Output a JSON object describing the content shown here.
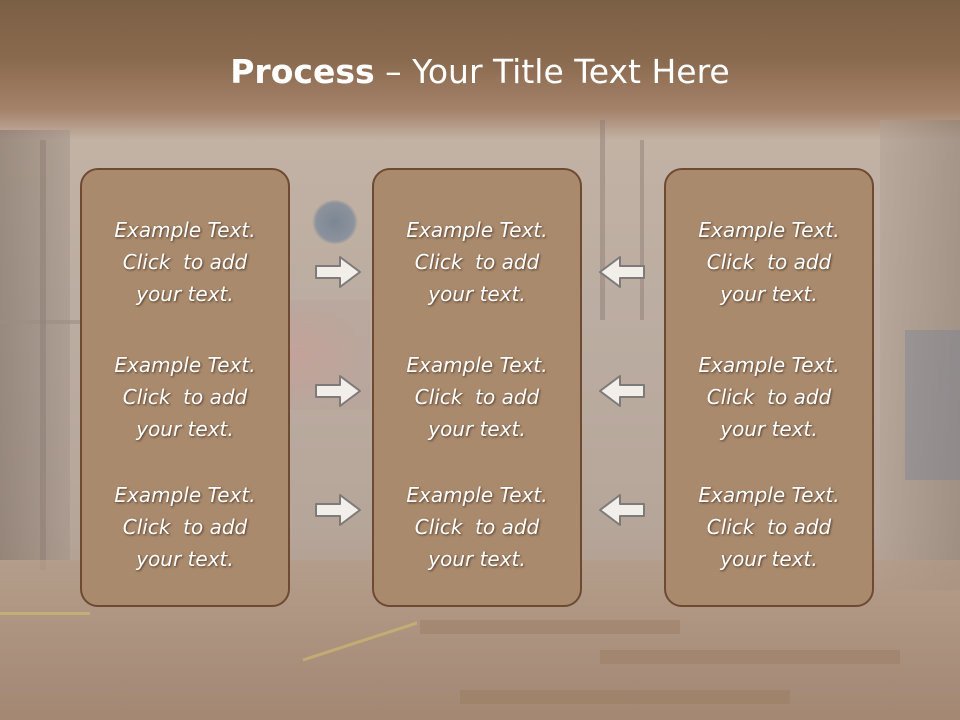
{
  "slide": {
    "title_strong": "Process",
    "title_rest": " – Your Title Text Here"
  },
  "columns": [
    {
      "items": [
        {
          "line1": "Example Text.",
          "line2": "Click  to add",
          "line3": "your text."
        },
        {
          "line1": "Example Text.",
          "line2": "Click  to add",
          "line3": "your text."
        },
        {
          "line1": "Example Text.",
          "line2": "Click  to add",
          "line3": "your text."
        }
      ]
    },
    {
      "items": [
        {
          "line1": "Example Text.",
          "line2": "Click  to add",
          "line3": "your text."
        },
        {
          "line1": "Example Text.",
          "line2": "Click  to add",
          "line3": "your text."
        },
        {
          "line1": "Example Text.",
          "line2": "Click  to add",
          "line3": "your text."
        }
      ]
    },
    {
      "items": [
        {
          "line1": "Example Text.",
          "line2": "Click  to add",
          "line3": "your text."
        },
        {
          "line1": "Example Text.",
          "line2": "Click  to add",
          "line3": "your text."
        },
        {
          "line1": "Example Text.",
          "line2": "Click  to add",
          "line3": "your text."
        }
      ]
    }
  ],
  "arrows": {
    "left_group": "right-arrow-icon",
    "right_group": "left-arrow-icon"
  },
  "colors": {
    "box_fill": "#aa8a6d",
    "box_border": "#6f4a33",
    "header_band": "#7b5f45",
    "text": "#ffffff",
    "arrow_fill": "#f2eeea",
    "arrow_stroke": "#7d7a78"
  }
}
